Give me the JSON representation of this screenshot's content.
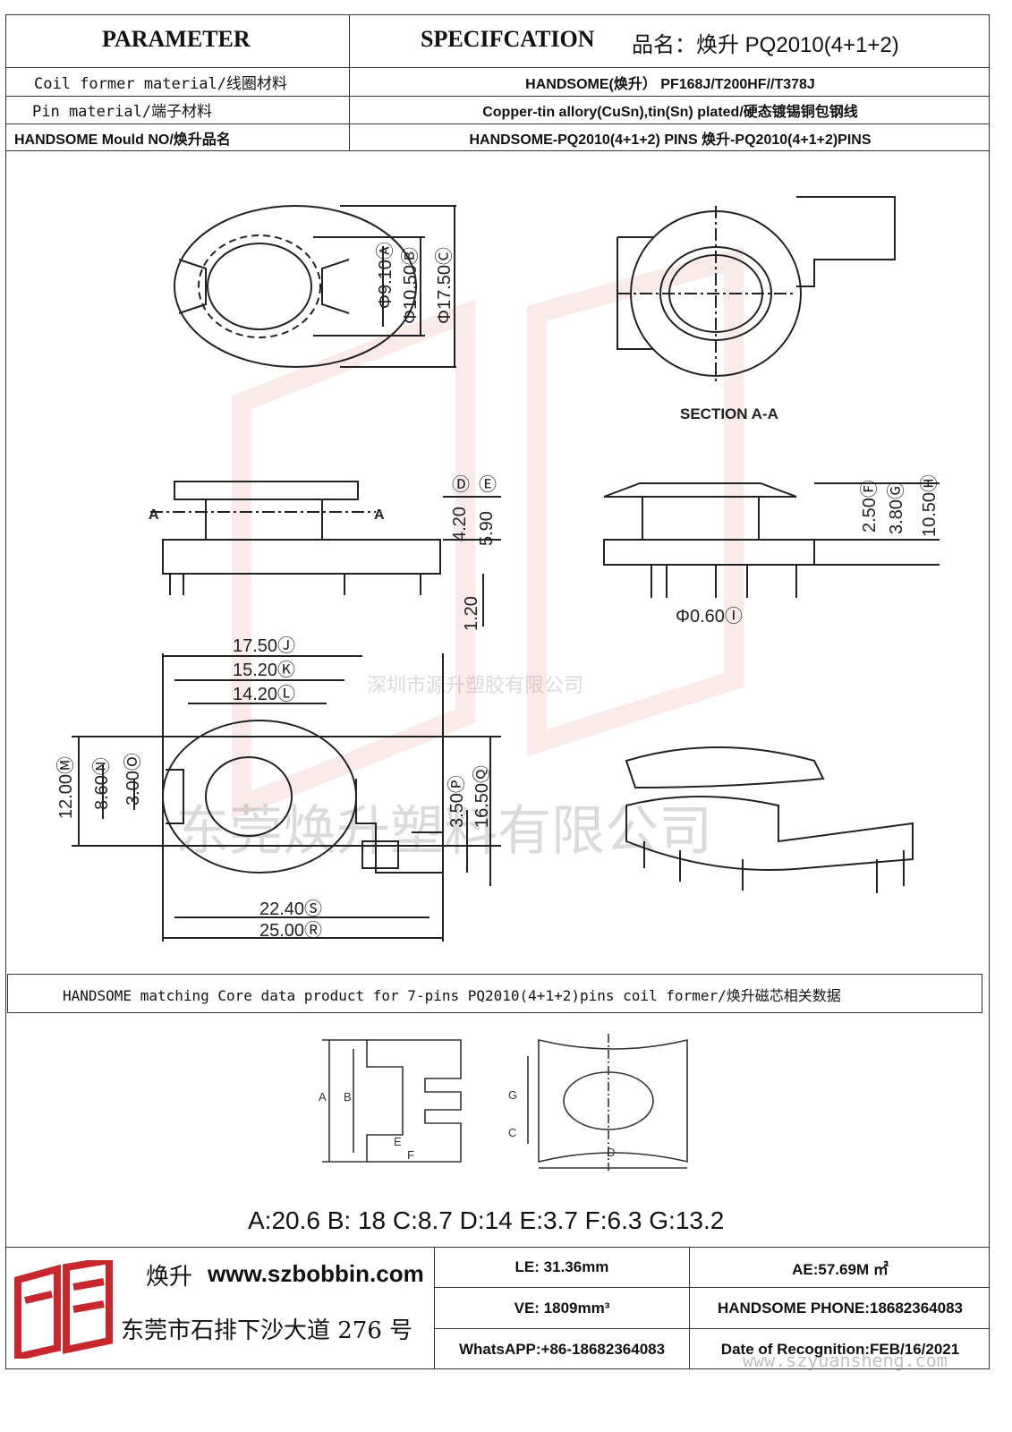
{
  "header": {
    "parameter": "PARAMETER",
    "specification": "SPECIFCATION",
    "product_name": "品名：焕升 PQ2010(4+1+2)"
  },
  "rows": [
    {
      "param": "Coil former material/线圈材料",
      "spec": "HANDSOME(焕升）  PF168J/T200HF//T378J"
    },
    {
      "param": "Pin material/端子材料",
      "spec": "Copper-tin allory(CuSn),tin(Sn) plated/硬态镀锡铜包钢线"
    },
    {
      "param": "HANDSOME Mould NO/焕升品名",
      "spec": "HANDSOME-PQ2010(4+1+2) PINS   焕升-PQ2010(4+1+2)PINS"
    }
  ],
  "drawing": {
    "top_view_dims": [
      "Φ9.10Ⓐ",
      "Φ10.50Ⓑ",
      "Φ17.50Ⓒ"
    ],
    "section_label": "SECTION A-A",
    "side_view_dims": [
      "Ⓓ",
      "Ⓔ",
      "4.20",
      "5.90",
      "1.20"
    ],
    "side_view_marks": [
      "A",
      "A"
    ],
    "front_view_dims": [
      "2.50Ⓕ",
      "3.80Ⓖ",
      "10.50Ⓗ",
      "Φ0.60Ⓘ"
    ],
    "bottom_view_dims": [
      "17.50Ⓙ",
      "15.20Ⓚ",
      "14.20Ⓛ",
      "12.00Ⓜ",
      "8.60Ⓝ",
      "3.00Ⓞ",
      "3.50Ⓟ",
      "16.50Ⓠ",
      "22.40Ⓢ",
      "25.00Ⓡ"
    ]
  },
  "watermark": {
    "company_cn_small": "深圳市源升塑胶有限公司",
    "company_cn_large": "东莞焕升塑料有限公司",
    "url": "www.szyuansheng.com"
  },
  "core_section": {
    "title": "HANDSOME matching Core data  product for 7-pins PQ2010(4+1+2)pins coil former/焕升磁芯相关数据",
    "labels": [
      "A",
      "B",
      "E",
      "F",
      "G",
      "C",
      "D"
    ],
    "values": "A:20.6 B: 18 C:8.7 D:14 E:3.7 F:6.3 G:13.2"
  },
  "footer": {
    "brand": "焕升",
    "website": "www.szbobbin.com",
    "address": "东莞市石排下沙大道 276 号",
    "le": "LE: 31.36mm",
    "ae": "AE:57.69M ㎡",
    "ve": "VE: 1809mm³",
    "phone": "HANDSOME PHONE:18682364083",
    "whatsapp": "WhatsAPP:+86-18682364083",
    "date": "Date of Recognition:FEB/16/2021"
  },
  "colors": {
    "logo_red": "#c8282d",
    "line": "#333333"
  }
}
